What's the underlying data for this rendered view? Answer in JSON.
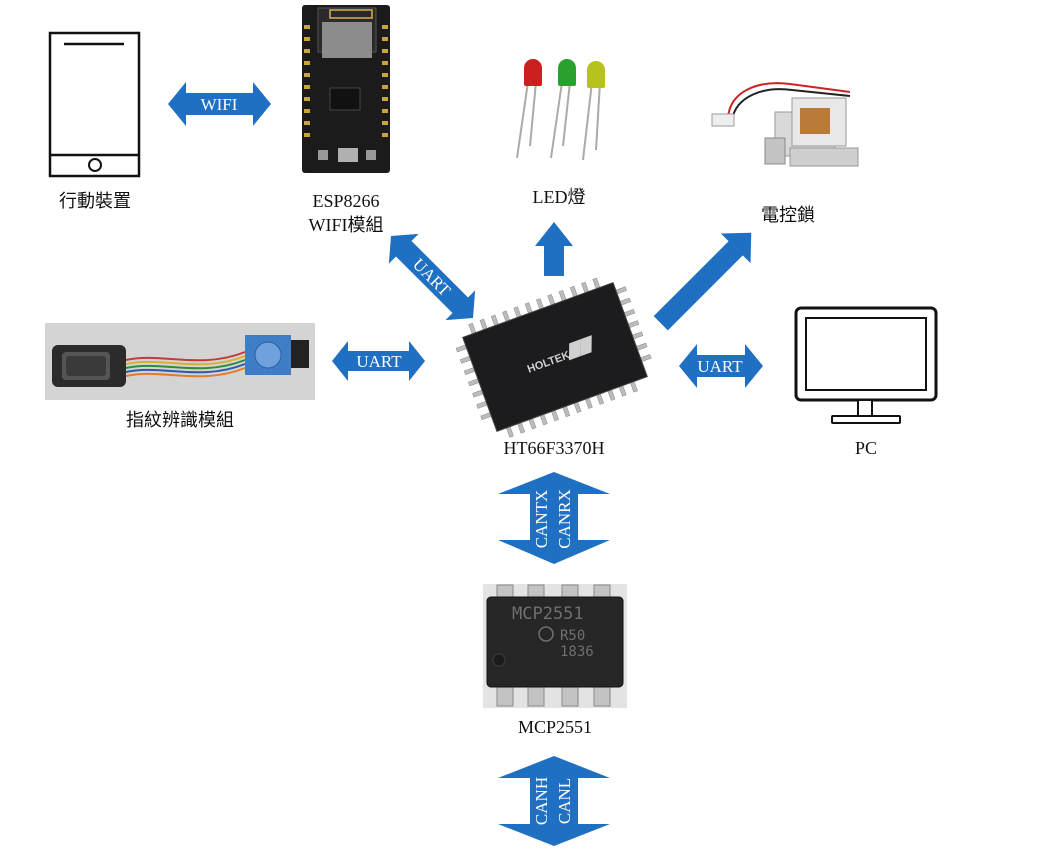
{
  "colors": {
    "arrow": "#1f6fc2",
    "arrow_text": "#ffffff",
    "chip_body": "#1c1c1f",
    "pcb": "#1b1b1b",
    "text": "#111111"
  },
  "nodes": {
    "mobile": {
      "label": "行動裝置"
    },
    "esp": {
      "line1": "ESP8266",
      "line2": "WIFI模組"
    },
    "led": {
      "label": "LED燈"
    },
    "lock": {
      "label": "電控鎖"
    },
    "finger": {
      "label": "指紋辨識模組"
    },
    "mcu": {
      "label": "HT66F3370H",
      "brand": "HOLTEK"
    },
    "pc": {
      "label": "PC"
    },
    "can_chip": {
      "label": "MCP2551",
      "marking_1": "MCP2551",
      "marking_2": "R50",
      "marking_3": "1836"
    }
  },
  "arrows": {
    "wifi": {
      "label": "WIFI"
    },
    "esp_uart": {
      "label": "UART"
    },
    "finger_uart": {
      "label": "UART"
    },
    "pc_uart": {
      "label": "UART"
    },
    "can_top": {
      "line1": "CANTX",
      "line2": "CANRX"
    },
    "can_bottom": {
      "line1": "CANH",
      "line2": "CANL"
    }
  }
}
